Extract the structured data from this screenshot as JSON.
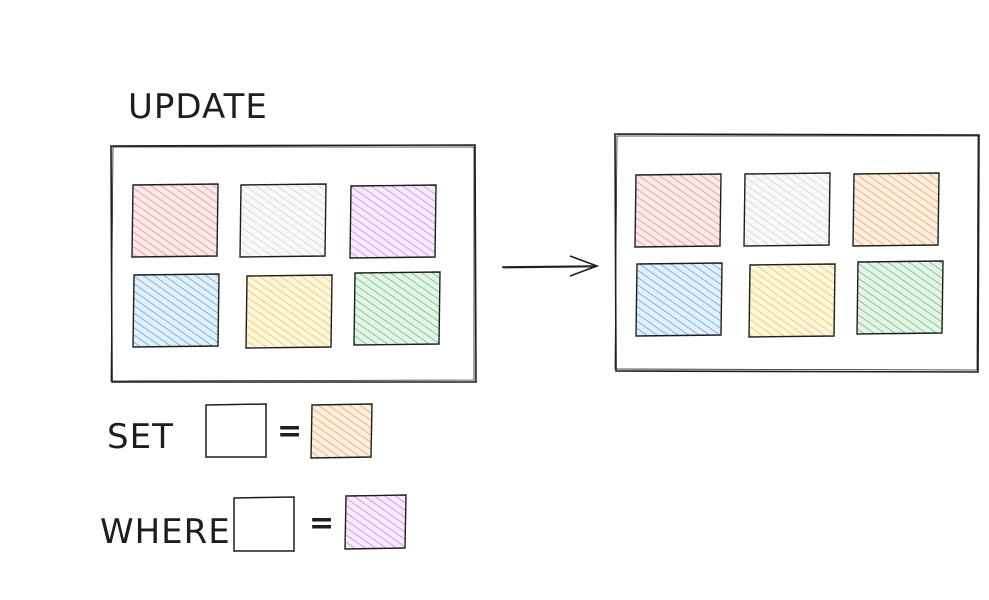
{
  "labels": {
    "update": "UPDATE",
    "set": "SET",
    "where": "WHERE",
    "equals": "="
  },
  "colors": {
    "stroke": "#1e1e1e",
    "red": "#f08c8c",
    "gray": "#d6d6d6",
    "purple": "#c98ae6",
    "blue": "#5ea8e0",
    "yellow": "#f5c84a",
    "green": "#6cc27a",
    "orange": "#f0a65a"
  },
  "before_table": {
    "cells": [
      "red",
      "gray",
      "purple",
      "blue",
      "yellow",
      "green"
    ]
  },
  "after_table": {
    "cells": [
      "red",
      "gray",
      "orange",
      "blue",
      "yellow",
      "green"
    ]
  },
  "set_clause": {
    "value_color": "orange"
  },
  "where_clause": {
    "value_color": "purple"
  }
}
